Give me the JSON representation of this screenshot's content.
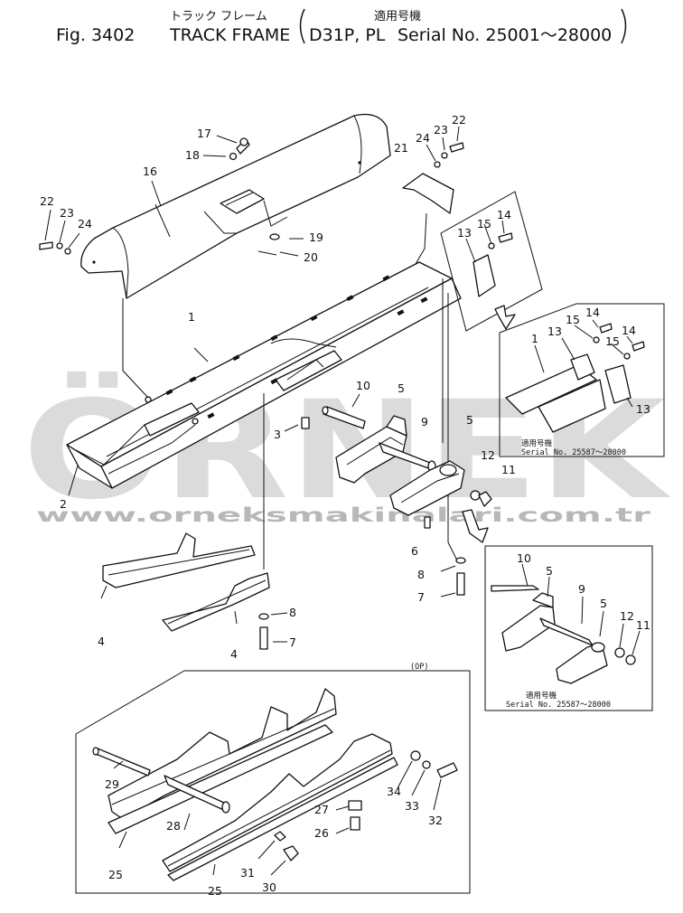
{
  "header": {
    "jp_title": "トラック フレーム",
    "jp_applicable": "適用号機",
    "figure": "Fig. 3402",
    "name": "TRACK FRAME",
    "model": "D31P, PL",
    "serial": "Serial No. 25001～28000"
  },
  "watermark": {
    "brand": "ÖRNEK",
    "url": "www.orneksmakinalari.com.tr",
    "color": "#9a9a9a",
    "accent": "#e8c060"
  },
  "insets": {
    "top": {
      "jp": "適用号機",
      "serial": "Serial No. 25587～28000"
    },
    "middle": {
      "jp": "適用号機",
      "serial": "Serial No. 25587～28000"
    },
    "op": "(OP)"
  },
  "callouts": {
    "c1": "1",
    "c2": "2",
    "c3": "3",
    "c4a": "4",
    "c4b": "4",
    "c5a": "5",
    "c5b": "5",
    "c6": "6",
    "c7a": "7",
    "c7b": "7",
    "c8a": "8",
    "c8b": "8",
    "c9": "9",
    "c10": "10",
    "c11": "11",
    "c12": "12",
    "c13": "13",
    "c14": "14",
    "c15": "15",
    "c16": "16",
    "c17": "17",
    "c18": "18",
    "c19": "19",
    "c20": "20",
    "c21": "21",
    "c22a": "22",
    "c23a": "23",
    "c24a": "24",
    "c22b": "22",
    "c23b": "23",
    "c24b": "24",
    "i1": "1",
    "i13a": "13",
    "i13b": "13",
    "i14a": "14",
    "i14b": "14",
    "i15a": "15",
    "i15b": "15",
    "m5a": "5",
    "m5b": "5",
    "m9": "9",
    "m10": "10",
    "m11": "11",
    "m12": "12",
    "b25a": "25",
    "b25b": "25",
    "b26": "26",
    "b27": "27",
    "b28": "28",
    "b29": "29",
    "b30": "30",
    "b31": "31",
    "b32": "32",
    "b33": "33",
    "b34": "34"
  }
}
